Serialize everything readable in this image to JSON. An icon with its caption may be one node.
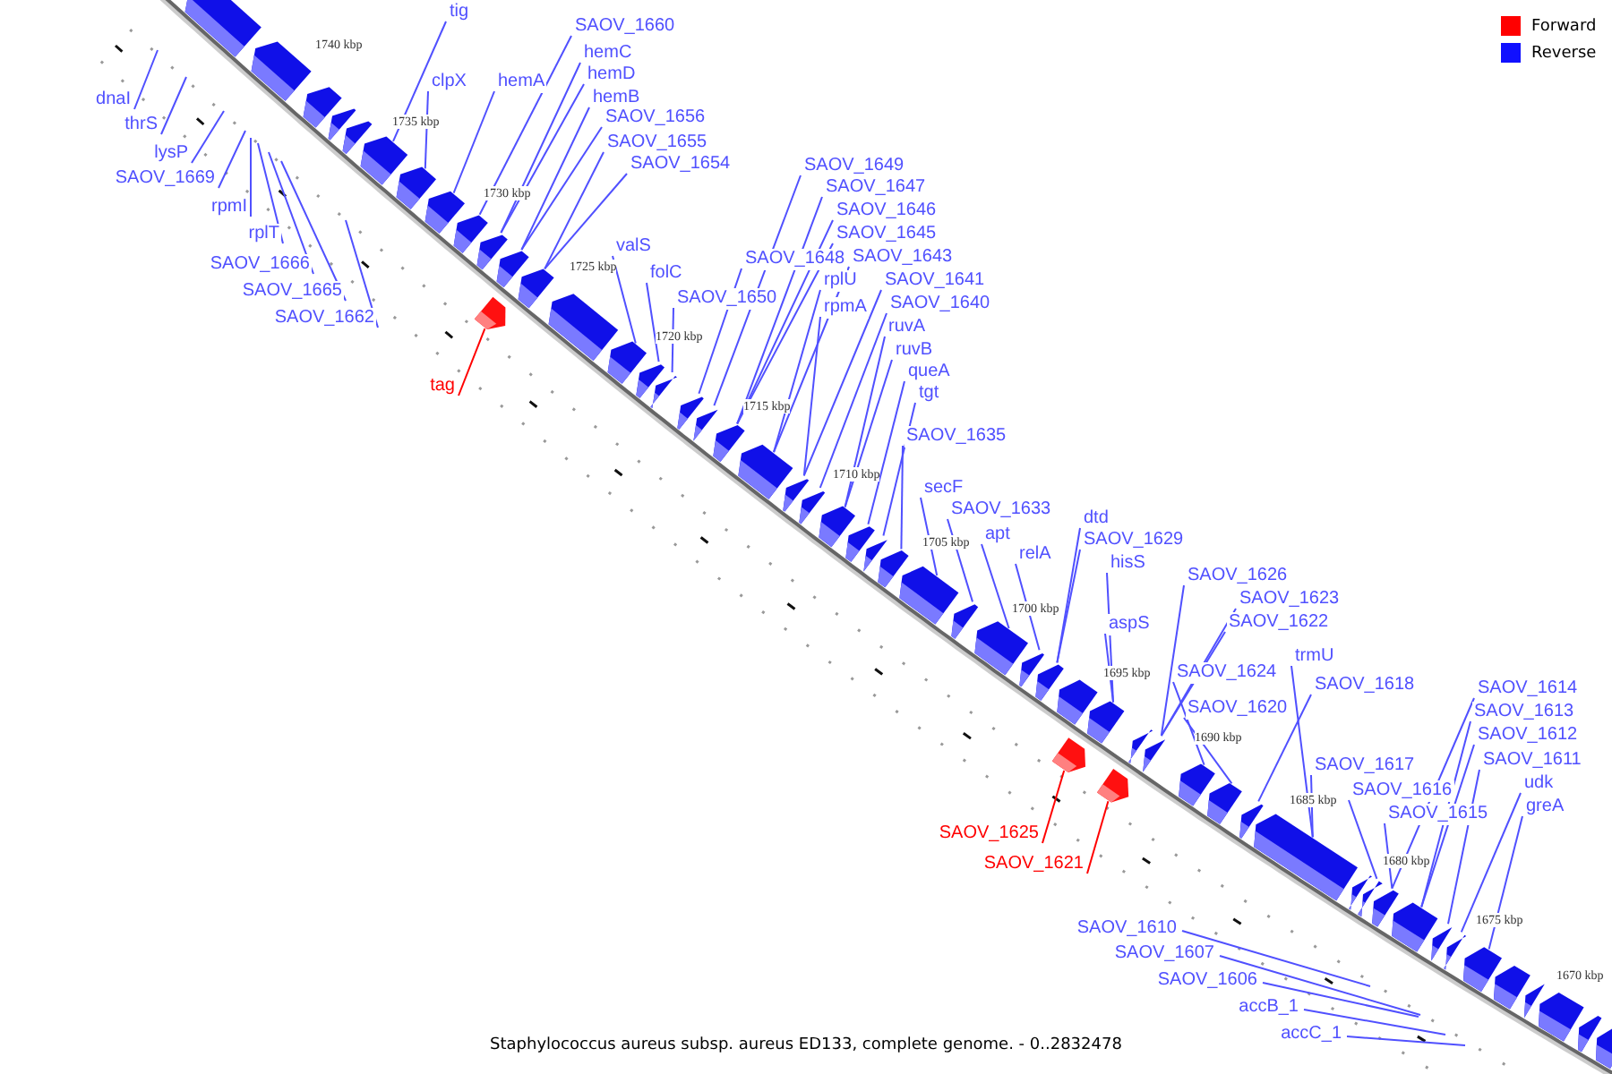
{
  "diagram": {
    "caption": "Staphylococcus aureus subsp. aureus ED133, complete genome. - 0..2832478",
    "nodes": [
      {
        "text": [
          "dnaI"
        ]
      },
      {
        "text": [
          "thrS"
        ]
      },
      {
        "text": [
          "lysP"
        ]
      },
      {
        "text": [
          "SAOV_1669"
        ]
      },
      {
        "text": [
          "rpmI"
        ]
      },
      {
        "text": [
          "rplT"
        ]
      },
      {
        "text": [
          "SAOV_1666"
        ]
      },
      {
        "text": [
          "SAOV_1665"
        ]
      },
      {
        "text": [
          "SAOV_1662"
        ]
      },
      {
        "text": [
          "tag"
        ]
      },
      {
        "text": [
          "tig"
        ]
      },
      {
        "text": [
          "clpX"
        ]
      },
      {
        "text": [
          "hemA"
        ]
      },
      {
        "text": [
          "SAOV_1660"
        ]
      },
      {
        "text": [
          "hemC"
        ]
      },
      {
        "text": [
          "hemD"
        ]
      },
      {
        "text": [
          "hemB"
        ]
      },
      {
        "text": [
          "SAOV_1656"
        ]
      },
      {
        "text": [
          "SAOV_1655"
        ]
      },
      {
        "text": [
          "SAOV_1654"
        ]
      },
      {
        "text": [
          "valS"
        ]
      },
      {
        "text": [
          "folC"
        ]
      },
      {
        "text": [
          "SAOV_1650"
        ]
      },
      {
        "text": [
          "SAOV_1648"
        ]
      },
      {
        "text": [
          "SAOV_1649"
        ]
      },
      {
        "text": [
          "SAOV_1647"
        ]
      },
      {
        "text": [
          "SAOV_1646"
        ]
      },
      {
        "text": [
          "SAOV_1645"
        ]
      },
      {
        "text": [
          "SAOV_1643"
        ]
      },
      {
        "text": [
          "rplU"
        ]
      },
      {
        "text": [
          "SAOV_1641"
        ]
      },
      {
        "text": [
          "rpmA"
        ]
      },
      {
        "text": [
          "SAOV_1640"
        ]
      },
      {
        "text": [
          "ruvA"
        ]
      },
      {
        "text": [
          "ruvB"
        ]
      },
      {
        "text": [
          "queA"
        ]
      },
      {
        "text": [
          "tgt"
        ]
      },
      {
        "text": [
          "SAOV_1635"
        ]
      },
      {
        "text": [
          "secF"
        ]
      },
      {
        "text": [
          "SAOV_1633"
        ]
      },
      {
        "text": [
          "apt"
        ]
      },
      {
        "text": [
          "relA"
        ]
      },
      {
        "text": [
          "dtd"
        ]
      },
      {
        "text": [
          "SAOV_1629"
        ]
      },
      {
        "text": [
          "hisS"
        ]
      },
      {
        "text": [
          "aspS"
        ]
      },
      {
        "text": [
          "SAOV_1626"
        ]
      },
      {
        "text": [
          "SAOV_1623"
        ]
      },
      {
        "text": [
          "SAOV_1622"
        ]
      },
      {
        "text": [
          "SAOV_1624"
        ]
      },
      {
        "text": [
          "trmU"
        ]
      },
      {
        "text": [
          "SAOV_1618"
        ]
      },
      {
        "text": [
          "SAOV_1620"
        ]
      },
      {
        "text": [
          "SAOV_1617"
        ]
      },
      {
        "text": [
          "SAOV_1616"
        ]
      },
      {
        "text": [
          "SAOV_1615"
        ]
      },
      {
        "text": [
          "SAOV_1614"
        ]
      },
      {
        "text": [
          "SAOV_1613"
        ]
      },
      {
        "text": [
          "SAOV_1612"
        ]
      },
      {
        "text": [
          "SAOV_1611"
        ]
      },
      {
        "text": [
          "udk"
        ]
      },
      {
        "text": [
          "greA"
        ]
      },
      {
        "text": [
          "SAOV_1625"
        ]
      },
      {
        "text": [
          "SAOV_1621"
        ]
      },
      {
        "text": [
          "SAOV_1610"
        ]
      },
      {
        "text": [
          "SAOV_1607"
        ]
      },
      {
        "text": [
          "SAOV_1606"
        ]
      },
      {
        "text": [
          "accB_1"
        ]
      },
      {
        "text": [
          "accC_1"
        ]
      },
      {
        "text": [],
        "shape": "pentagon"
      },
      {
        "text": [],
        "shape": "pentagon"
      },
      {
        "text": [],
        "shape": "pentagon"
      },
      {
        "text": [],
        "shape": "pentagon"
      },
      {
        "text": [],
        "shape": "pentagon"
      },
      {
        "text": [],
        "shape": "pentagon"
      },
      {
        "text": [],
        "shape": "pentagon"
      },
      {
        "text": [],
        "shape": "pentagon"
      },
      {
        "text": [],
        "shape": "pentagon"
      },
      {
        "text": [],
        "shape": "pentagon"
      },
      {
        "text": [],
        "shape": "pentagon"
      },
      {
        "text": [],
        "shape": "pentagon"
      },
      {
        "text": [],
        "shape": "pentagon"
      },
      {
        "text": [],
        "shape": "pentagon"
      },
      {
        "text": [],
        "shape": "pentagon"
      },
      {
        "text": [],
        "shape": "pentagon"
      },
      {
        "text": [],
        "shape": "pentagon"
      },
      {
        "text": [],
        "shape": "pentagon"
      },
      {
        "text": [],
        "shape": "pentagon"
      },
      {
        "text": [],
        "shape": "pentagon"
      },
      {
        "text": [],
        "shape": "pentagon"
      },
      {
        "text": [],
        "shape": "pentagon"
      },
      {
        "text": [],
        "shape": "pentagon"
      },
      {
        "text": [],
        "shape": "pentagon"
      },
      {
        "text": [],
        "shape": "pentagon"
      },
      {
        "text": [],
        "shape": "pentagon"
      },
      {
        "text": [],
        "shape": "pentagon"
      },
      {
        "text": [],
        "shape": "pentagon"
      },
      {
        "text": [],
        "shape": "pentagon"
      },
      {
        "text": [],
        "shape": "pentagon"
      },
      {
        "text": [],
        "shape": "pentagon"
      },
      {
        "text": [],
        "shape": "pentagon"
      },
      {
        "text": [],
        "shape": "pentagon"
      },
      {
        "text": [],
        "shape": "pentagon"
      },
      {
        "text": [],
        "shape": "pentagon"
      },
      {
        "text": [],
        "shape": "pentagon"
      },
      {
        "text": [],
        "shape": "pentagon"
      },
      {
        "text": [],
        "shape": "pentagon"
      },
      {
        "text": [],
        "shape": "pentagon"
      },
      {
        "text": [],
        "shape": "pentagon"
      },
      {
        "text": [],
        "shape": "pentagon"
      },
      {
        "text": [],
        "shape": "pentagon"
      },
      {
        "text": [],
        "shape": "pentagon"
      },
      {
        "text": [],
        "shape": "pentagon"
      },
      {
        "text": [],
        "shape": "pentagon"
      },
      {
        "text": [],
        "shape": "pentagon"
      },
      {
        "text": [],
        "shape": "pentagon"
      },
      {
        "text": [],
        "shape": "pentagon"
      },
      {
        "text": [],
        "shape": "pentagon"
      },
      {
        "text": [],
        "shape": "pentagon"
      },
      {
        "text": [],
        "shape": "pentagon"
      },
      {
        "text": [],
        "shape": "pentagon"
      },
      {
        "text": [],
        "shape": "pentagon"
      },
      {
        "text": [],
        "shape": "pentagon"
      }
    ],
    "edges": [
      {
        "from": 0,
        "to": null,
        "arrow": "none"
      },
      {
        "from": 1,
        "to": null,
        "arrow": "none"
      },
      {
        "from": 2,
        "to": null,
        "arrow": "none"
      },
      {
        "from": 3,
        "to": null,
        "arrow": "none"
      },
      {
        "from": 4,
        "to": null,
        "arrow": "none"
      },
      {
        "from": 5,
        "to": null,
        "arrow": "none"
      },
      {
        "from": 6,
        "to": null,
        "arrow": "none"
      },
      {
        "from": 7,
        "to": null,
        "arrow": "none"
      },
      {
        "from": 8,
        "to": null,
        "arrow": "none"
      },
      {
        "from": 9,
        "to": 80,
        "arrow": "none",
        "color": "#ff0000"
      },
      {
        "from": 10,
        "to": 74,
        "arrow": "none"
      },
      {
        "from": 11,
        "to": 75,
        "arrow": "none"
      },
      {
        "from": 12,
        "to": 76,
        "arrow": "none"
      },
      {
        "from": 13,
        "to": 77,
        "arrow": "none"
      },
      {
        "from": 14,
        "to": 78,
        "arrow": "none"
      },
      {
        "from": 15,
        "to": 78,
        "arrow": "none"
      },
      {
        "from": 16,
        "to": 79,
        "arrow": "none"
      },
      {
        "from": 17,
        "to": 79,
        "arrow": "none"
      },
      {
        "from": 18,
        "to": 81,
        "arrow": "none"
      },
      {
        "from": 19,
        "to": 81,
        "arrow": "none"
      },
      {
        "from": 20,
        "to": 83,
        "arrow": "none"
      },
      {
        "from": 21,
        "to": 84,
        "arrow": "none"
      },
      {
        "from": 22,
        "to": 85,
        "arrow": "none"
      },
      {
        "from": 23,
        "to": 86,
        "arrow": "none"
      },
      {
        "from": 24,
        "to": 87,
        "arrow": "none"
      },
      {
        "from": 25,
        "to": 88,
        "arrow": "none"
      },
      {
        "from": 26,
        "to": 88,
        "arrow": "none"
      },
      {
        "from": 27,
        "to": 88,
        "arrow": "none"
      },
      {
        "from": 28,
        "to": 89,
        "arrow": "none"
      },
      {
        "from": 29,
        "to": 89,
        "arrow": "none"
      },
      {
        "from": 30,
        "to": 90,
        "arrow": "none"
      },
      {
        "from": 31,
        "to": 90,
        "arrow": "none"
      },
      {
        "from": 32,
        "to": 91,
        "arrow": "none"
      },
      {
        "from": 33,
        "to": 92,
        "arrow": "none"
      },
      {
        "from": 34,
        "to": 92,
        "arrow": "none"
      },
      {
        "from": 35,
        "to": 93,
        "arrow": "none"
      },
      {
        "from": 36,
        "to": 94,
        "arrow": "none"
      },
      {
        "from": 37,
        "to": 95,
        "arrow": "none"
      },
      {
        "from": 38,
        "to": 96,
        "arrow": "none"
      },
      {
        "from": 39,
        "to": 97,
        "arrow": "none"
      },
      {
        "from": 40,
        "to": 98,
        "arrow": "none"
      },
      {
        "from": 41,
        "to": 99,
        "arrow": "none"
      },
      {
        "from": 42,
        "to": 100,
        "arrow": "none"
      },
      {
        "from": 43,
        "to": 100,
        "arrow": "none"
      },
      {
        "from": 44,
        "to": 103,
        "arrow": "none"
      },
      {
        "from": 45,
        "to": 103,
        "arrow": "none"
      },
      {
        "from": 46,
        "to": 106,
        "arrow": "none"
      },
      {
        "from": 47,
        "to": 106,
        "arrow": "none"
      },
      {
        "from": 48,
        "to": 106,
        "arrow": "none"
      },
      {
        "from": 49,
        "to": 107,
        "arrow": "none"
      },
      {
        "from": 50,
        "to": 110,
        "arrow": "none"
      },
      {
        "from": 51,
        "to": 109,
        "arrow": "none"
      },
      {
        "from": 52,
        "to": 108,
        "arrow": "none"
      },
      {
        "from": 53,
        "to": 110,
        "arrow": "none"
      },
      {
        "from": 54,
        "to": 112,
        "arrow": "none"
      },
      {
        "from": 55,
        "to": 113,
        "arrow": "none"
      },
      {
        "from": 56,
        "to": 113,
        "arrow": "none"
      },
      {
        "from": 57,
        "to": 114,
        "arrow": "none"
      },
      {
        "from": 58,
        "to": 114,
        "arrow": "none"
      },
      {
        "from": 59,
        "to": 115,
        "arrow": "none"
      },
      {
        "from": 60,
        "to": 116,
        "arrow": "none"
      },
      {
        "from": 61,
        "to": 117,
        "arrow": "none"
      },
      {
        "from": 62,
        "to": 102,
        "arrow": "none",
        "color": "#ff0000"
      },
      {
        "from": 63,
        "to": 105,
        "arrow": "none",
        "color": "#ff0000"
      },
      {
        "from": 64,
        "to": null,
        "arrow": "none"
      },
      {
        "from": 65,
        "to": null,
        "arrow": "none"
      },
      {
        "from": 66,
        "to": null,
        "arrow": "none"
      },
      {
        "from": 67,
        "to": null,
        "arrow": "none"
      },
      {
        "from": 68,
        "to": null,
        "arrow": "none"
      }
    ],
    "labels": [
      "1740 kbp",
      "1735 kbp",
      "1730 kbp",
      "1725 kbp",
      "1720 kbp",
      "1715 kbp",
      "1710 kbp",
      "1705 kbp",
      "1700 kbp",
      "1695 kbp",
      "1690 kbp",
      "1685 kbp",
      "1680 kbp",
      "1675 kbp",
      "1670 kbp"
    ],
    "legend": [
      {
        "text": "Forward",
        "color": "#ff0000"
      },
      {
        "text": "Reverse",
        "color": "#1010ff"
      }
    ]
  }
}
